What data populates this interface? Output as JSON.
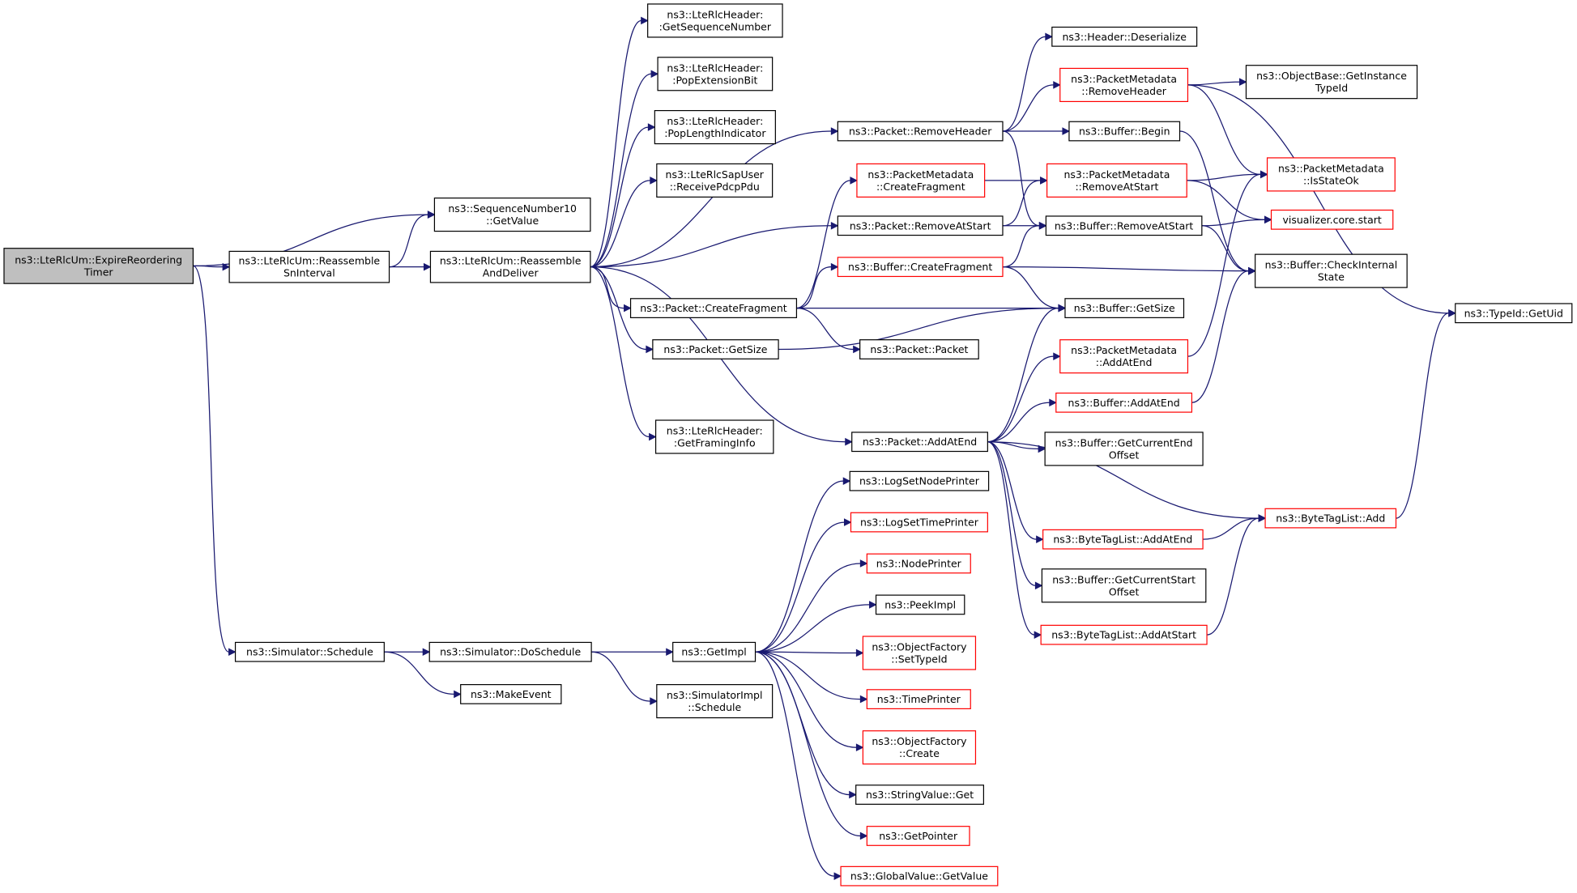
{
  "colors": {
    "edge": "#191970",
    "border_default": "#000000",
    "border_red": "#ff0000",
    "fill_default": "#ffffff",
    "fill_root": "#bfbfbf"
  },
  "nodes": [
    {
      "id": "root",
      "lines": [
        "ns3::LteRlcUm::ExpireReordering",
        "Timer"
      ],
      "style": "root"
    },
    {
      "id": "seqGet",
      "lines": [
        "ns3::SequenceNumber10",
        "::GetValue"
      ],
      "style": "black"
    },
    {
      "id": "reasmSn",
      "lines": [
        "ns3::LteRlcUm::Reassemble",
        "SnInterval"
      ],
      "style": "black"
    },
    {
      "id": "reasmDel",
      "lines": [
        "ns3::LteRlcUm::Reassemble",
        "AndDeliver"
      ],
      "style": "black"
    },
    {
      "id": "hdrSeq",
      "lines": [
        "ns3::LteRlcHeader:",
        ":GetSequenceNumber"
      ],
      "style": "black"
    },
    {
      "id": "hdrExt",
      "lines": [
        "ns3::LteRlcHeader:",
        ":PopExtensionBit"
      ],
      "style": "black"
    },
    {
      "id": "hdrLen",
      "lines": [
        "ns3::LteRlcHeader:",
        ":PopLengthIndicator"
      ],
      "style": "black"
    },
    {
      "id": "sapRecv",
      "lines": [
        "ns3::LteRlcSapUser",
        "::ReceivePdcpPdu"
      ],
      "style": "black"
    },
    {
      "id": "hdrFrame",
      "lines": [
        "ns3::LteRlcHeader:",
        ":GetFramingInfo"
      ],
      "style": "black"
    },
    {
      "id": "pktRemHdr",
      "lines": [
        "ns3::Packet::RemoveHeader"
      ],
      "style": "black"
    },
    {
      "id": "pmCreateFrag",
      "lines": [
        "ns3::PacketMetadata",
        "::CreateFragment"
      ],
      "style": "red"
    },
    {
      "id": "pktRemAt",
      "lines": [
        "ns3::Packet::RemoveAtStart"
      ],
      "style": "black"
    },
    {
      "id": "bufCreateFrag",
      "lines": [
        "ns3::Buffer::CreateFragment"
      ],
      "style": "red"
    },
    {
      "id": "pktCreateFrag",
      "lines": [
        "ns3::Packet::CreateFragment"
      ],
      "style": "black"
    },
    {
      "id": "pktGetSize",
      "lines": [
        "ns3::Packet::GetSize"
      ],
      "style": "black"
    },
    {
      "id": "pktAddEnd",
      "lines": [
        "ns3::Packet::AddAtEnd"
      ],
      "style": "black"
    },
    {
      "id": "pktPacket",
      "lines": [
        "ns3::Packet::Packet"
      ],
      "style": "black"
    },
    {
      "id": "hdrDeser",
      "lines": [
        "ns3::Header::Deserialize"
      ],
      "style": "black"
    },
    {
      "id": "pmRemHdr",
      "lines": [
        "ns3::PacketMetadata",
        "::RemoveHeader"
      ],
      "style": "red"
    },
    {
      "id": "bufBegin",
      "lines": [
        "ns3::Buffer::Begin"
      ],
      "style": "black"
    },
    {
      "id": "pmRemAt",
      "lines": [
        "ns3::PacketMetadata",
        "::RemoveAtStart"
      ],
      "style": "red"
    },
    {
      "id": "bufRemAt",
      "lines": [
        "ns3::Buffer::RemoveAtStart"
      ],
      "style": "black"
    },
    {
      "id": "bufGetSize",
      "lines": [
        "ns3::Buffer::GetSize"
      ],
      "style": "black"
    },
    {
      "id": "pmAddEnd",
      "lines": [
        "ns3::PacketMetadata",
        "::AddAtEnd"
      ],
      "style": "red"
    },
    {
      "id": "bufAddEnd",
      "lines": [
        "ns3::Buffer::AddAtEnd"
      ],
      "style": "red"
    },
    {
      "id": "bufCurEnd",
      "lines": [
        "ns3::Buffer::GetCurrentEnd",
        "Offset"
      ],
      "style": "black"
    },
    {
      "id": "btlAddEnd",
      "lines": [
        "ns3::ByteTagList::AddAtEnd"
      ],
      "style": "red"
    },
    {
      "id": "bufCurStart",
      "lines": [
        "ns3::Buffer::GetCurrentStart",
        "Offset"
      ],
      "style": "black"
    },
    {
      "id": "btlAddStart",
      "lines": [
        "ns3::ByteTagList::AddAtStart"
      ],
      "style": "red"
    },
    {
      "id": "objGetInst",
      "lines": [
        "ns3::ObjectBase::GetInstance",
        "TypeId"
      ],
      "style": "black"
    },
    {
      "id": "pmIsState",
      "lines": [
        "ns3::PacketMetadata",
        "::IsStateOk"
      ],
      "style": "red"
    },
    {
      "id": "vizStart",
      "lines": [
        "visualizer.core.start"
      ],
      "style": "red"
    },
    {
      "id": "bufCheck",
      "lines": [
        "ns3::Buffer::CheckInternal",
        "State"
      ],
      "style": "black"
    },
    {
      "id": "btlAdd",
      "lines": [
        "ns3::ByteTagList::Add"
      ],
      "style": "red"
    },
    {
      "id": "typeUid",
      "lines": [
        "ns3::TypeId::GetUid"
      ],
      "style": "black"
    },
    {
      "id": "simSched",
      "lines": [
        "ns3::Simulator::Schedule"
      ],
      "style": "black"
    },
    {
      "id": "simDoSched",
      "lines": [
        "ns3::Simulator::DoSchedule"
      ],
      "style": "black"
    },
    {
      "id": "makeEvent",
      "lines": [
        "ns3::MakeEvent"
      ],
      "style": "black"
    },
    {
      "id": "getImpl",
      "lines": [
        "ns3::GetImpl"
      ],
      "style": "black"
    },
    {
      "id": "simImplSched",
      "lines": [
        "ns3::SimulatorImpl",
        "::Schedule"
      ],
      "style": "black"
    },
    {
      "id": "logNode",
      "lines": [
        "ns3::LogSetNodePrinter"
      ],
      "style": "black"
    },
    {
      "id": "logTime",
      "lines": [
        "ns3::LogSetTimePrinter"
      ],
      "style": "red"
    },
    {
      "id": "nodePrinter",
      "lines": [
        "ns3::NodePrinter"
      ],
      "style": "red"
    },
    {
      "id": "peekImpl",
      "lines": [
        "ns3::PeekImpl"
      ],
      "style": "black"
    },
    {
      "id": "ofSetType",
      "lines": [
        "ns3::ObjectFactory",
        "::SetTypeId"
      ],
      "style": "red"
    },
    {
      "id": "timePrinter",
      "lines": [
        "ns3::TimePrinter"
      ],
      "style": "red"
    },
    {
      "id": "ofCreate",
      "lines": [
        "ns3::ObjectFactory",
        "::Create"
      ],
      "style": "red"
    },
    {
      "id": "strGet",
      "lines": [
        "ns3::StringValue::Get"
      ],
      "style": "black"
    },
    {
      "id": "getPointer",
      "lines": [
        "ns3::GetPointer"
      ],
      "style": "red"
    },
    {
      "id": "gvGetValue",
      "lines": [
        "ns3::GlobalValue::GetValue"
      ],
      "style": "red"
    }
  ],
  "edges": [
    [
      "root",
      "seqGet"
    ],
    [
      "root",
      "reasmSn"
    ],
    [
      "root",
      "simSched"
    ],
    [
      "reasmSn",
      "seqGet"
    ],
    [
      "reasmSn",
      "reasmDel"
    ],
    [
      "reasmDel",
      "hdrSeq"
    ],
    [
      "reasmDel",
      "hdrExt"
    ],
    [
      "reasmDel",
      "hdrLen"
    ],
    [
      "reasmDel",
      "sapRecv"
    ],
    [
      "reasmDel",
      "pktRemHdr"
    ],
    [
      "reasmDel",
      "pktRemAt"
    ],
    [
      "reasmDel",
      "pktCreateFrag"
    ],
    [
      "reasmDel",
      "pktGetSize"
    ],
    [
      "reasmDel",
      "pktAddEnd"
    ],
    [
      "reasmDel",
      "hdrFrame"
    ],
    [
      "pktRemHdr",
      "hdrDeser"
    ],
    [
      "pktRemHdr",
      "pmRemHdr"
    ],
    [
      "pktRemHdr",
      "bufBegin"
    ],
    [
      "pktRemHdr",
      "bufRemAt"
    ],
    [
      "pmCreateFrag",
      "pmRemAt"
    ],
    [
      "pktRemAt",
      "pmRemAt"
    ],
    [
      "pktRemAt",
      "bufRemAt"
    ],
    [
      "bufCreateFrag",
      "bufRemAt"
    ],
    [
      "bufCreateFrag",
      "bufCheck"
    ],
    [
      "bufCreateFrag",
      "bufGetSize"
    ],
    [
      "pktCreateFrag",
      "pmCreateFrag"
    ],
    [
      "pktCreateFrag",
      "bufCreateFrag"
    ],
    [
      "pktCreateFrag",
      "bufGetSize"
    ],
    [
      "pktCreateFrag",
      "pktPacket"
    ],
    [
      "pktGetSize",
      "bufGetSize"
    ],
    [
      "pktAddEnd",
      "bufGetSize"
    ],
    [
      "pktAddEnd",
      "pmAddEnd"
    ],
    [
      "pktAddEnd",
      "bufAddEnd"
    ],
    [
      "pktAddEnd",
      "bufCurEnd"
    ],
    [
      "pktAddEnd",
      "btlAdd"
    ],
    [
      "pktAddEnd",
      "btlAddEnd"
    ],
    [
      "pktAddEnd",
      "bufCurStart"
    ],
    [
      "pktAddEnd",
      "btlAddStart"
    ],
    [
      "pmRemHdr",
      "objGetInst"
    ],
    [
      "pmRemHdr",
      "pmIsState"
    ],
    [
      "pmRemHdr",
      "typeUid"
    ],
    [
      "bufBegin",
      "bufCheck"
    ],
    [
      "pmRemAt",
      "pmIsState"
    ],
    [
      "pmRemAt",
      "vizStart"
    ],
    [
      "bufRemAt",
      "vizStart"
    ],
    [
      "bufRemAt",
      "bufCheck"
    ],
    [
      "pmAddEnd",
      "pmIsState"
    ],
    [
      "bufAddEnd",
      "bufCheck"
    ],
    [
      "btlAddEnd",
      "btlAdd"
    ],
    [
      "btlAddStart",
      "btlAdd"
    ],
    [
      "btlAdd",
      "typeUid"
    ],
    [
      "simSched",
      "simDoSched"
    ],
    [
      "simSched",
      "makeEvent"
    ],
    [
      "simDoSched",
      "getImpl"
    ],
    [
      "simDoSched",
      "simImplSched"
    ],
    [
      "getImpl",
      "logNode"
    ],
    [
      "getImpl",
      "logTime"
    ],
    [
      "getImpl",
      "nodePrinter"
    ],
    [
      "getImpl",
      "peekImpl"
    ],
    [
      "getImpl",
      "ofSetType"
    ],
    [
      "getImpl",
      "timePrinter"
    ],
    [
      "getImpl",
      "ofCreate"
    ],
    [
      "getImpl",
      "strGet"
    ],
    [
      "getImpl",
      "getPointer"
    ],
    [
      "getImpl",
      "gvGetValue"
    ]
  ]
}
